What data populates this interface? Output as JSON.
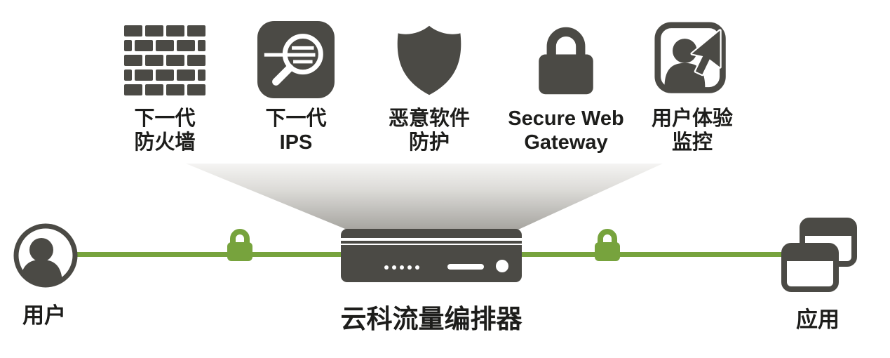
{
  "colors": {
    "dark_gray": "#4b4a45",
    "green": "#77a33d",
    "funnel_gray": "#b9b7b2",
    "background": "#ffffff"
  },
  "services": [
    {
      "icon": "firewall-icon",
      "label_line1": "下一代",
      "label_line2": "防火墙"
    },
    {
      "icon": "magnifier-ips-icon",
      "label_line1": "下一代",
      "label_line2": "IPS"
    },
    {
      "icon": "shield-icon",
      "label_line1": "恶意软件",
      "label_line2": "防护"
    },
    {
      "icon": "lock-icon",
      "label_line1": "Secure Web",
      "label_line2": "Gateway"
    },
    {
      "icon": "user-monitor-icon",
      "label_line1": "用户体验",
      "label_line2": "监控"
    }
  ],
  "endpoints": {
    "user_label": "用户",
    "app_label": "应用"
  },
  "device": {
    "label": "云科流量编排器"
  }
}
